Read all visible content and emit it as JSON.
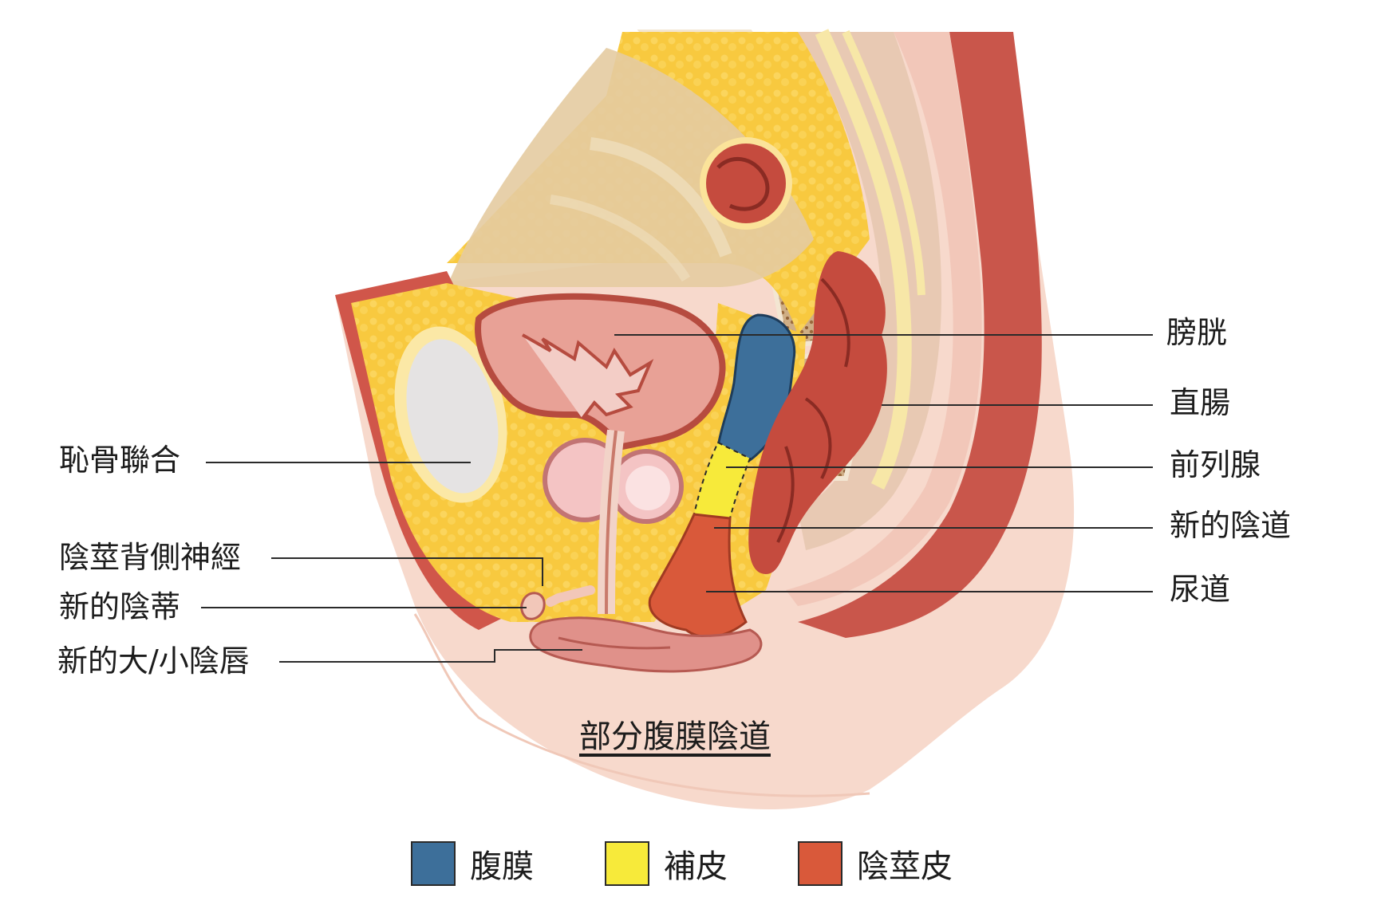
{
  "labels_right": {
    "bladder": "膀胱",
    "rectum": "直腸",
    "prostate": "前列腺",
    "neovagina": "新的陰道",
    "urethra": "尿道"
  },
  "labels_left": {
    "pubic_symphysis": "恥骨聯合",
    "dorsal_nerve": "陰莖背側神經",
    "neoclitoris": "新的陰蒂",
    "neolabia": "新的大/小陰唇"
  },
  "title": "部分腹膜陰道",
  "legend": [
    {
      "label": "腹膜",
      "color": "#3d6f9a"
    },
    {
      "label": "補皮",
      "color": "#f7ea3a"
    },
    {
      "label": "陰莖皮",
      "color": "#d9593a"
    }
  ]
}
